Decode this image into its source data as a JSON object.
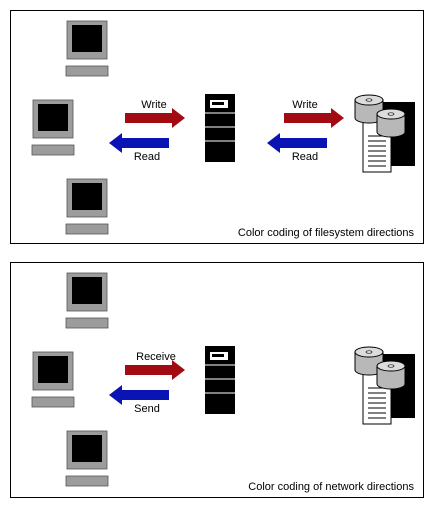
{
  "filesystem_panel": {
    "caption": "Color coding of filesystem directions",
    "left_arrows": {
      "write_label": "Write",
      "read_label": "Read"
    },
    "right_arrows": {
      "write_label": "Write",
      "read_label": "Read"
    }
  },
  "network_panel": {
    "caption": "Color coding of network directions",
    "arrows": {
      "receive_label": "Receive",
      "send_label": "Send"
    }
  },
  "colors": {
    "outgoing_arrow": "#a30b12",
    "incoming_arrow": "#0a14b4",
    "monitor_screen": "#000000",
    "monitor_bezel": "#9c9c9c",
    "server_body": "#000000"
  },
  "icons": [
    "monitor-icon",
    "server-icon",
    "disk-storage-icon",
    "arrow-right-icon",
    "arrow-left-icon"
  ]
}
